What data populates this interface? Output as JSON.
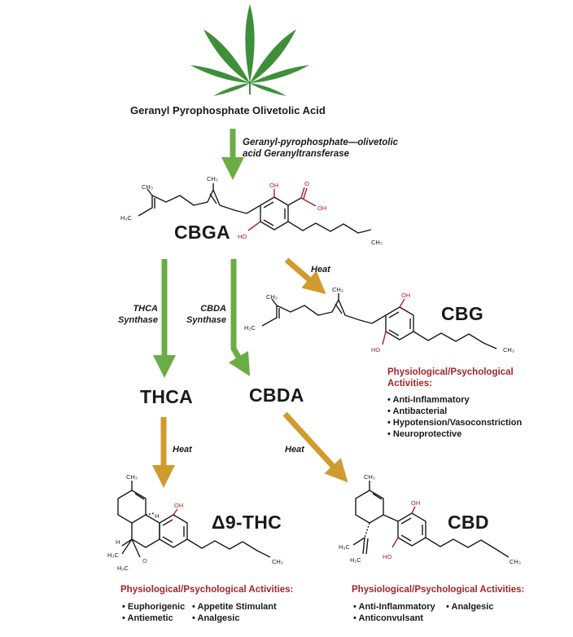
{
  "precursors": {
    "geranyl": "Geranyl Pyrophosphate",
    "olivetolic": "Olivetolic Acid"
  },
  "enzyme": {
    "line1": "Geranyl-pyrophosphate—olivetolic",
    "line2": "acid Geranyltransferase"
  },
  "compounds": {
    "cbga": "CBGA",
    "cbg": "CBG",
    "thca": "THCA",
    "cbda": "CBDA",
    "thc": "Δ9-THC",
    "cbd": "CBD"
  },
  "synthases": {
    "thca_line1": "THCA",
    "thca_line2": "Synthase",
    "cbda_line1": "CBDA",
    "cbda_line2": "Synthase"
  },
  "heat_label": "Heat",
  "atoms": {
    "h3c": "H₃C",
    "ch3": "CH₃",
    "oh": "OH",
    "ho": "HO",
    "o": "O",
    "h": "H",
    "h2c": "H₂C"
  },
  "cbg_activities": {
    "title_line1": "Physiological/Psychological",
    "title_line2": "Activities:",
    "items": [
      "• Anti-Inflammatory",
      "• Antibacterial",
      "• Hypotension/Vasoconstriction",
      "• Neuroprotective"
    ]
  },
  "thc_activities": {
    "title": "Physiological/Psychological Activities:",
    "col1": [
      "• Euphorigenic",
      "• Antiemetic"
    ],
    "col2": [
      "• Appetite Stimulant",
      "• Analgesic"
    ]
  },
  "cbd_activities": {
    "title": "Physiological/Psychological Activities:",
    "col1": [
      "• Anti-Inflammatory",
      "• Anticonvulsant"
    ],
    "col2": [
      "• Analgesic"
    ]
  },
  "colors": {
    "enzyme_arrow": "#6aad45",
    "heat_arrow": "#cf9b2f",
    "activity_title": "#a3262a",
    "leaf": "#3f8f3a"
  }
}
